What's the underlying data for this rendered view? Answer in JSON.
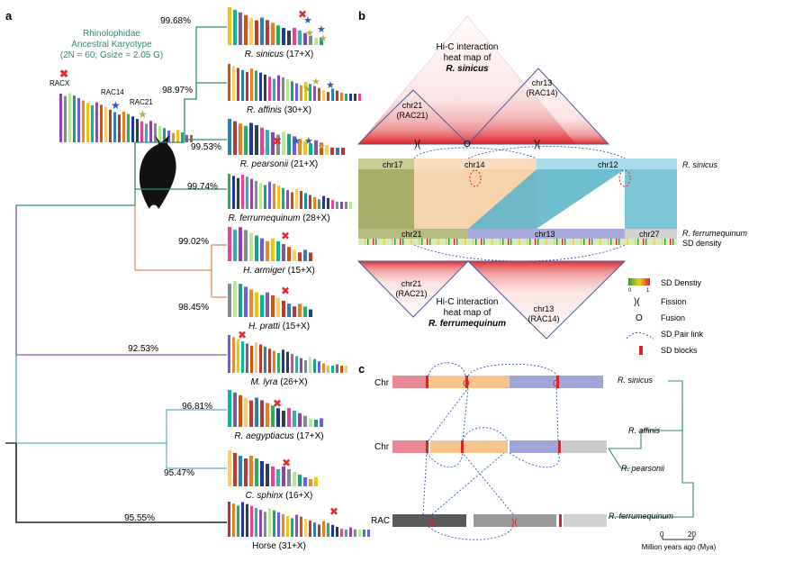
{
  "panel_labels": {
    "a": "a",
    "b": "b",
    "c": "c"
  },
  "panel_a": {
    "ancestral": {
      "line1": "Rhinolophidae",
      "line2": "Ancestral Karyotype",
      "line3": "(2N = 60; Gsize = 2.05 G)",
      "labels": [
        "RACX",
        "RAC14",
        "RAC21"
      ]
    },
    "species": [
      {
        "name": "R. sinicus",
        "count": "(17+X)"
      },
      {
        "name": "R. affinis",
        "count": "(30+X)"
      },
      {
        "name": "R. pearsonii",
        "count": "(21+X)"
      },
      {
        "name": "R. ferrumequinum",
        "count": "(28+X)"
      },
      {
        "name": "H. armiger",
        "count": "(15+X)"
      },
      {
        "name": "H. pratti",
        "count": "(15+X)"
      },
      {
        "name": "M. lyra",
        "count": "(26+X)"
      },
      {
        "name": "R. aegyptiacus",
        "count": "(17+X)"
      },
      {
        "name": "C. sphinx",
        "count": "(16+X)"
      },
      {
        "name": "Horse",
        "count": "(31+X)"
      }
    ],
    "percentages": [
      "99.68%",
      "98.97%",
      "99.53%",
      "99.74%",
      "99.02%",
      "98.45%",
      "92.53%",
      "96.81%",
      "95.47%",
      "95.55%"
    ],
    "colors": {
      "teal": "#2e8b7a",
      "green_branch": "#3a9a7a",
      "orange_branch": "#e08a55",
      "purple_branch": "#8a5ab0",
      "cyan_branch": "#56b4c8",
      "black": "#222222",
      "fission": "#e32b2b",
      "star_blue": "#2a5cb8",
      "star_olive": "#b8b04a"
    }
  },
  "panel_b": {
    "heatmap_top": {
      "line1": "Hi-C interaction",
      "line2": "heat map of",
      "line3": "R. sinicus"
    },
    "heatmap_bottom": {
      "line1": "Hi-C interaction",
      "line2": "heat map of",
      "line3": "R. ferrumequinum"
    },
    "tri_labels_top": [
      [
        "chr21",
        "(RAC21)"
      ],
      [
        "chr13",
        "(RAC14)"
      ]
    ],
    "tri_labels_bottom": [
      [
        "chr21",
        "(RAC21)"
      ],
      [
        "chr13",
        "(RAC14)"
      ]
    ],
    "chrom_top": [
      "chr17",
      "chr14",
      "chr12"
    ],
    "chrom_bottom": [
      "chr21",
      "chr13",
      "chr27"
    ],
    "species_top": "R. sinicus",
    "species_bottom": "R. ferrumequinum",
    "sd_density": "SD density",
    "legend": [
      {
        "label": "SD Denstiy",
        "kind": "gradient",
        "lo": "0",
        "hi": "1"
      },
      {
        "label": "Fission",
        "kind": "fission"
      },
      {
        "label": "Fusion",
        "kind": "fusion"
      },
      {
        "label": "SD Pair link",
        "kind": "link"
      },
      {
        "label": "SD blocks",
        "kind": "block"
      }
    ],
    "colors": {
      "olive": "#a8ad6a",
      "peach": "#f5cfa4",
      "lightcyan": "#a9dce8",
      "teal": "#3ea8bf",
      "purple": "#9aa0d8",
      "grey": "#c9c9c9",
      "red": "#d9232b"
    }
  },
  "panel_c": {
    "row_labels": [
      "Chr",
      "Chr",
      "RAC"
    ],
    "species": [
      "R. sinicus",
      "R. affinis",
      "R. pearsonii",
      "R. ferrumequinum"
    ],
    "axis_ticks": [
      "0",
      "20"
    ],
    "axis_label": "Million years ago (Mya)"
  }
}
